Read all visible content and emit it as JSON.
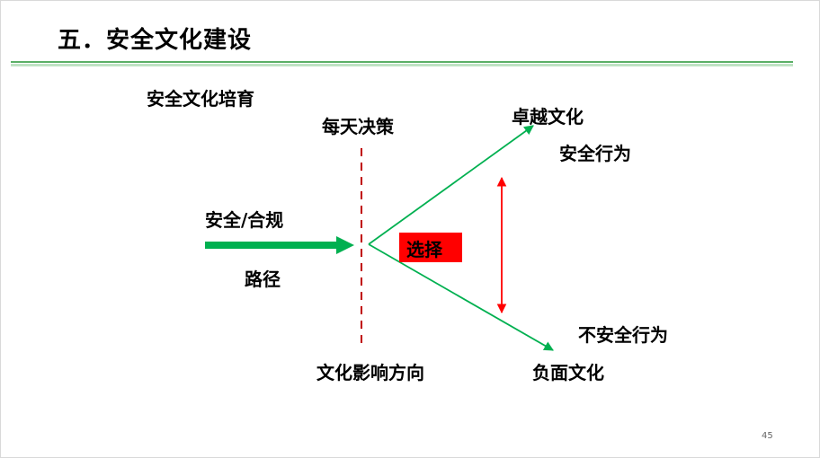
{
  "slide": {
    "title": "五．安全文化建设",
    "page_number": "45"
  },
  "diagram": {
    "heading": "安全文化培育",
    "daily_decision": "每天决策",
    "path_top": "安全/合规",
    "path_bottom": "路径",
    "choice": "选择",
    "influence": "文化影响方向",
    "upper_outcome": "卓越文化",
    "upper_behavior": "安全行为",
    "lower_behavior": "不安全行为",
    "lower_outcome": "负面文化"
  },
  "colors": {
    "green_arrow": "#00b050",
    "red": "#ff0000",
    "divider": "#c00000"
  }
}
